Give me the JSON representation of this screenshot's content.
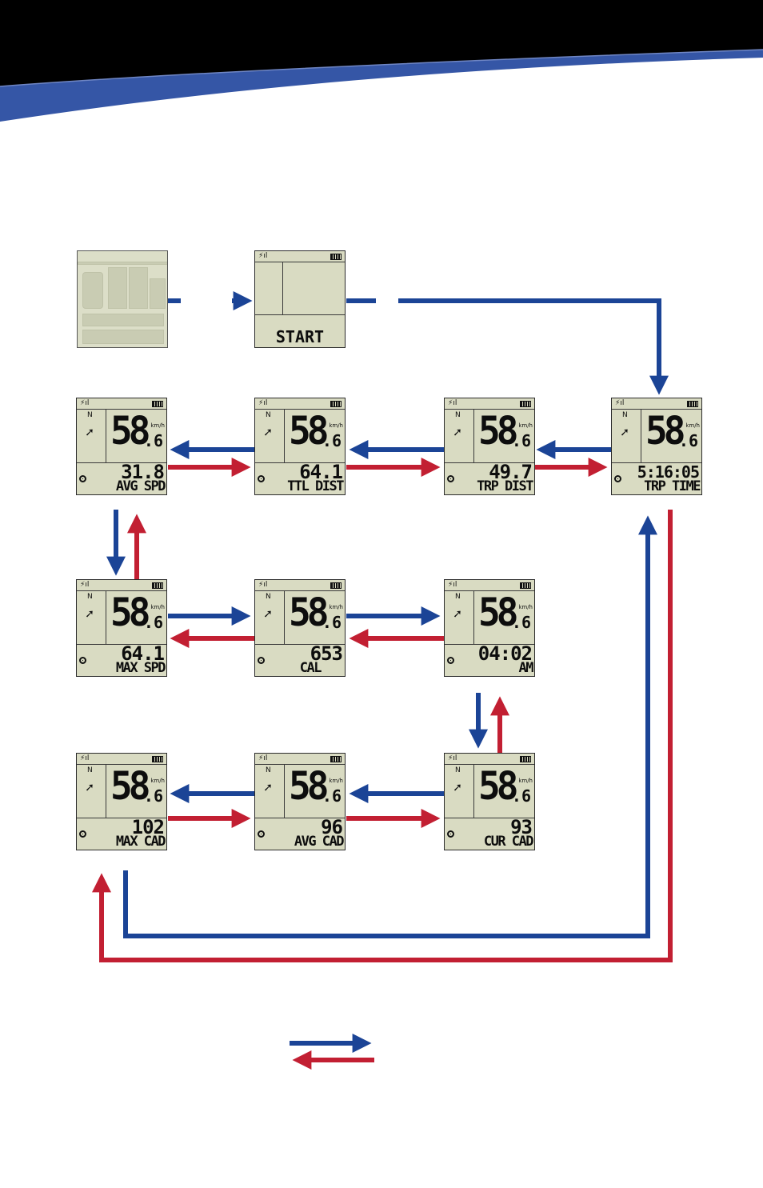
{
  "colors": {
    "blue": "#1b4496",
    "red": "#c21f32",
    "header_dark": "#000000",
    "header_band": "#3556a6"
  },
  "screens": {
    "blank": {},
    "start": {
      "text": "START"
    },
    "avg_spd": {
      "speed": "58",
      "decimal": ".6",
      "unit": "km/h",
      "dir": "N",
      "value": "31.8",
      "label": "AVG SPD"
    },
    "ttl_dist": {
      "speed": "58",
      "decimal": ".6",
      "unit": "km/h",
      "dir": "N",
      "value": "64.1",
      "label": "TTL DIST"
    },
    "trp_dist": {
      "speed": "58",
      "decimal": ".6",
      "unit": "km/h",
      "dir": "N",
      "value": "49.7",
      "label": "TRP DIST"
    },
    "trp_time": {
      "speed": "58",
      "decimal": ".6",
      "unit": "km/h",
      "dir": "N",
      "value": "5:16:05",
      "label": "TRP TIME"
    },
    "max_spd": {
      "speed": "58",
      "decimal": ".6",
      "unit": "km/h",
      "dir": "N",
      "value": "64.1",
      "label": "MAX SPD"
    },
    "cal": {
      "speed": "58",
      "decimal": ".6",
      "unit": "km/h",
      "dir": "N",
      "value": "653",
      "label": "CAL"
    },
    "clock": {
      "speed": "58",
      "decimal": ".6",
      "unit": "km/h",
      "dir": "N",
      "value": "04:02",
      "label": "AM"
    },
    "max_cad": {
      "speed": "58",
      "decimal": ".6",
      "unit": "km/h",
      "dir": "N",
      "value": "102",
      "label": "MAX CAD"
    },
    "avg_cad": {
      "speed": "58",
      "decimal": ".6",
      "unit": "km/h",
      "dir": "N",
      "value": "96",
      "label": "AVG CAD"
    },
    "cur_cad": {
      "speed": "58",
      "decimal": ".6",
      "unit": "km/h",
      "dir": "N",
      "value": "93",
      "label": "CUR CAD"
    }
  }
}
